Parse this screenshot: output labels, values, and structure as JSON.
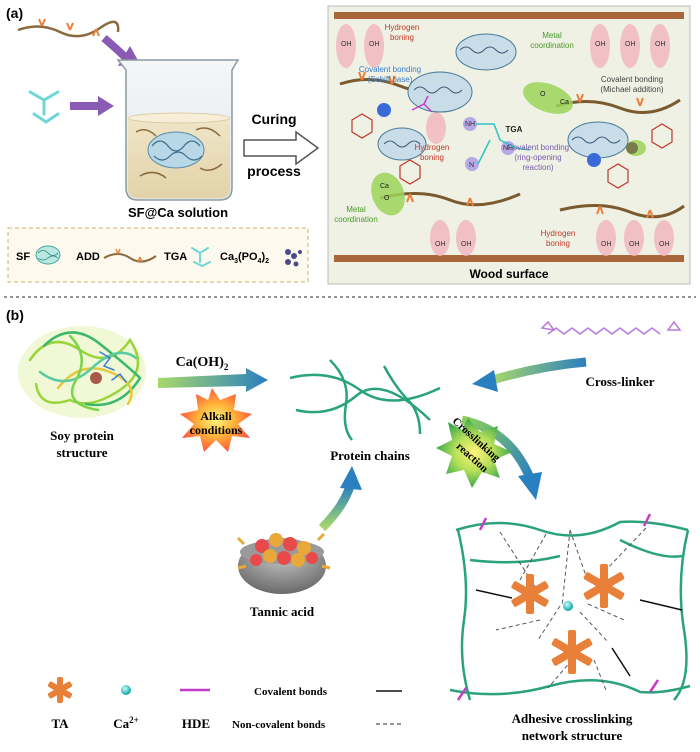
{
  "panel_a": {
    "label": "(a)",
    "beaker_caption": "SF@Ca solution",
    "arrow_text_1": "Curing",
    "arrow_text_2": "process",
    "surface_caption": "Wood surface",
    "legend": {
      "sf": "SF",
      "add": "ADD",
      "tga": "TGA",
      "ca3po4_base": "Ca",
      "ca3po4_sub1": "3",
      "ca3po4_mid": "(PO",
      "ca3po4_sub2": "4",
      "ca3po4_end": ")",
      "ca3po4_sub3": "2"
    },
    "labels": {
      "hydrogen_1": "Hydrogen",
      "hydrogen_1b": "boning",
      "metal_1": "Metal",
      "metal_1b": "coordination",
      "covalent_schiff": "Covalent bonding",
      "covalent_schiff_b": "(Schiff base)",
      "covalent_michael": "Covalent bonding",
      "covalent_michael_b": "(Michael addition)",
      "tga_center": "TGA",
      "hydrogen_2": "Hydrogen",
      "hydrogen_2b": "boning",
      "covalent_ring": "Covalent bonding",
      "covalent_ring_b": "(ring-opening",
      "covalent_ring_c": "reaction)",
      "metal_2": "Metal",
      "metal_2b": "coordination",
      "hydrogen_3": "Hydrogen",
      "hydrogen_3b": "boning",
      "nh_1": "NH",
      "nh_2": "NH",
      "n_1": "N",
      "oh": "OH",
      "ca": "Ca",
      "o": "O",
      "o2": "O"
    }
  },
  "panel_b": {
    "label": "(b)",
    "soy_caption_1": "Soy protein",
    "soy_caption_2": "structure",
    "caoh_base": "Ca(OH)",
    "caoh_sub": "2",
    "alkali_1": "Alkali",
    "alkali_2": "conditions",
    "protein_caption": "Protein chains",
    "crosslinker_caption": "Cross-linker",
    "crosslinking_1": "Crosslinking",
    "crosslinking_2": "reaction",
    "tannic_caption": "Tannic acid",
    "network_caption_1": "Adhesive crosslinking",
    "network_caption_2": "network structure",
    "legend": {
      "ta": "TA",
      "ca_base": "Ca",
      "ca_sup": "2+",
      "hde": "HDE",
      "covalent": "Covalent bonds",
      "noncovalent": "Non-covalent bonds"
    }
  },
  "colors": {
    "orange": "#e8803a",
    "green_chain": "#2aa37a",
    "purple_arrow": "#8a5bb5",
    "blue_arrow": "#2a7fc0",
    "red_text": "#c0392b",
    "green_text": "#4a9a2a",
    "blue_text": "#3a7ec8",
    "purple_text": "#7a5ab0",
    "magenta": "#c23dc9",
    "cyan": "#2ec4c4"
  }
}
